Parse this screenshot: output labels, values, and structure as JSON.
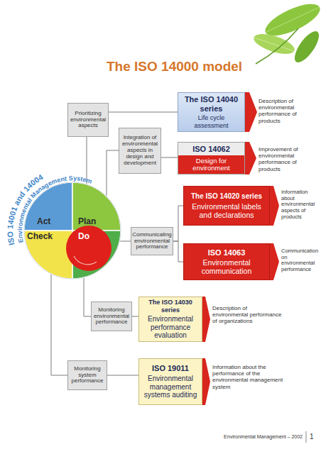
{
  "diagram": {
    "title": "The ISO 14000 model",
    "nodes": [
      {
        "text": [
          "The ISO 14040 series",
          "Life cycle assessment"
        ]
      },
      {
        "text": [
          "Prioritizing environmental aspects"
        ]
      },
      {
        "text": [
          "Integration of environmental aspects in design and development"
        ]
      },
      {
        "text": [
          "ISO 14062",
          "Design for environment"
        ]
      },
      {
        "text": [
          "The ISO 14020 series",
          "Environmental labels and declarations"
        ]
      },
      {
        "text": [
          "ISO 14001 and 14004",
          "Environmental Management System",
          "Act",
          "Plan",
          "Check",
          "Do"
        ]
      },
      {
        "text": [
          "Communicating environmental performance"
        ]
      },
      {
        "text": [
          "ISO 14063",
          "Environmental communication"
        ]
      },
      {
        "text": [
          "Monitoring environmental performance"
        ]
      },
      {
        "text": [
          "The ISO 14030 series",
          "Environmental performance evaluation"
        ]
      },
      {
        "text": [
          "Monitoring system performance"
        ]
      },
      {
        "text": [
          "ISO 19011",
          "Environmental management systems auditing"
        ]
      }
    ],
    "edges": [
      {
        "from": 5,
        "to": 1,
        "arrow": "none"
      },
      {
        "from": 5,
        "to": 2,
        "arrow": "none"
      },
      {
        "from": 1,
        "to": 0,
        "arrow": "none"
      },
      {
        "from": 2,
        "to": 3,
        "arrow": "none"
      },
      {
        "from": 5,
        "to": 6,
        "arrow": "none"
      },
      {
        "from": 6,
        "to": 4,
        "arrow": "none"
      },
      {
        "from": 6,
        "to": 7,
        "arrow": "none"
      },
      {
        "from": 5,
        "to": 8,
        "arrow": "none"
      },
      {
        "from": 8,
        "to": 9,
        "arrow": "none"
      },
      {
        "from": 5,
        "to": 10,
        "arrow": "none"
      },
      {
        "from": 10,
        "to": 11,
        "arrow": "none"
      }
    ],
    "labels": [
      "Description of environmental performance of products",
      "Improvement of environmental performance of products",
      "Information about environmental aspects of products",
      "Communication on environmental performance",
      "Description of environmental performance of organizations",
      "Information about the performance of the environmental management system",
      "Environmental Management – 2002",
      "1"
    ]
  }
}
